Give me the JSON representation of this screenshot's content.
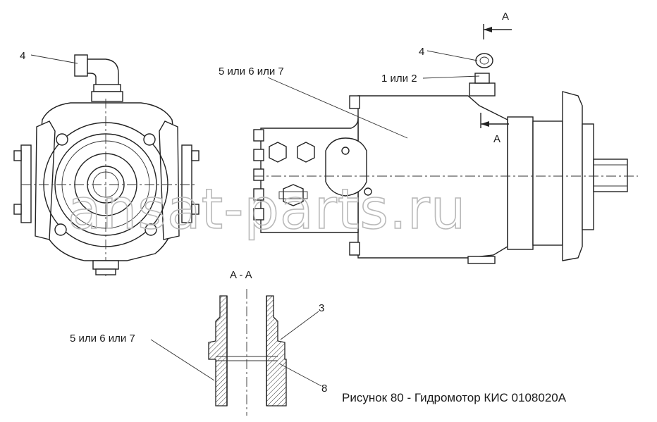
{
  "labels": {
    "view_arrow_top": "A",
    "view_arrow_side": "A",
    "section_title": "A - A",
    "left_view_part_4": "4",
    "right_view_part_4": "4",
    "part_1_or_2": "1 или 2",
    "part_5_6_7_top": "5 или 6 или 7",
    "part_5_6_7_section": "5 или 6 или 7",
    "part_3": "3",
    "part_8": "8"
  },
  "caption": "Рисунок 80 - Гидромотор КИС 0108020А",
  "watermark": "ansat-parts.ru",
  "colors": {
    "line": "#222222",
    "watermark": "#b9b9b9",
    "background": "#ffffff"
  }
}
